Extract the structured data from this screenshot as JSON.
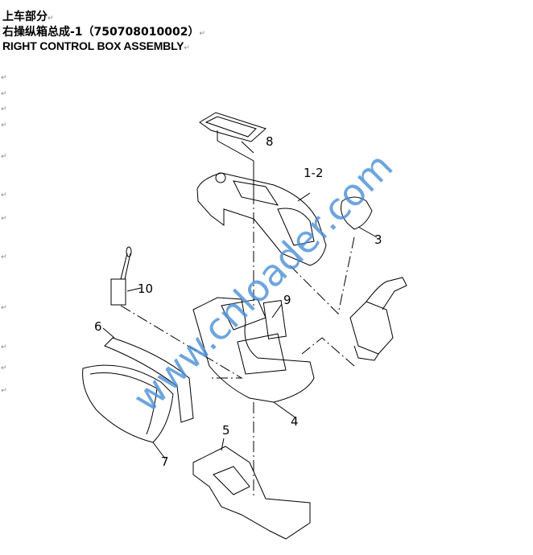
{
  "header": {
    "section": "上车部分",
    "title_cn": "右操纵箱总成-1（750708010002）",
    "title_en": "RIGHT CONTROL BOX ASSEMBLY",
    "paragraph_mark": "↵"
  },
  "callouts": {
    "c8": "8",
    "c12": "1-2",
    "c3": "3",
    "c9": "9",
    "c10": "10",
    "c6": "6",
    "c4": "4",
    "c5": "5",
    "c7": "7"
  },
  "watermark": "www.cnloader.com",
  "colors": {
    "watermark": "#4a8fd6"
  }
}
